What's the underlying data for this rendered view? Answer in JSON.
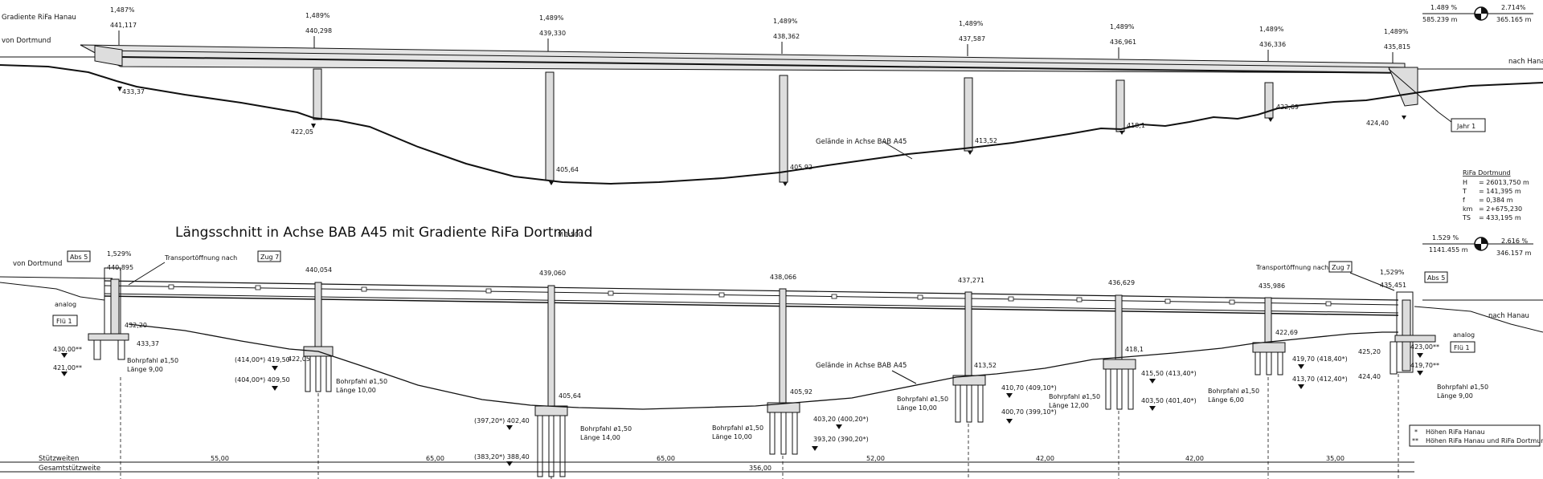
{
  "top": {
    "left_label": "Gradiente RiFa Hanau",
    "from_label": "von Dortmund",
    "to_label": "nach Hanau",
    "grad_elev": [
      {
        "grade": "1,487%",
        "elev": "441,117"
      },
      {
        "grade": "1,489%",
        "elev": "440,298"
      },
      {
        "grade": "1,489%",
        "elev": "439,330"
      },
      {
        "grade": "1,489%",
        "elev": "438,362"
      },
      {
        "grade": "1,489%",
        "elev": "437,587"
      },
      {
        "grade": "1,489%",
        "elev": "436,961"
      },
      {
        "grade": "1,489%",
        "elev": "436,336"
      },
      {
        "grade": "1,489%",
        "elev": "435,815"
      }
    ],
    "vertical_curve": {
      "g1": "1.489 %",
      "g2": "2.714%",
      "r1": "585.239 m",
      "r2": "365.165 m"
    },
    "ground_elev": [
      "433,37",
      "422,05",
      "405,64",
      "405,92",
      "413,52",
      "418,1",
      "422,69",
      "424,40"
    ],
    "terrain_label": "Gelände in Achse BAB A45",
    "tag": "Jahr 1"
  },
  "params": {
    "heading": "RiFa Dortmund",
    "rows": [
      {
        "k": "H",
        "v": "=  26013,750 m"
      },
      {
        "k": "T",
        "v": "=    141,395 m"
      },
      {
        "k": "f",
        "v": "=      0,384 m"
      },
      {
        "k": "km",
        "v": "= 2+675,230"
      },
      {
        "k": "TS",
        "v": "=    433,195 m"
      }
    ]
  },
  "bottom": {
    "title": "Längsschnitt in Achse BAB A45 mit Gradiente RiFa Dortmund",
    "scale": "M 1:500",
    "from_label": "von Dortmund",
    "to_label": "nach Hanau",
    "tag_abs5_left": "Abs 5",
    "tag_abs5_right": "Abs 5",
    "tag_zug7_left": "Zug 7",
    "tag_zug7_right": "Zug 7",
    "tag_flu1_left": "Flü 1",
    "tag_flu1_right": "Flü 1",
    "transport_left": "Transportöffnung nach",
    "transport_right": "Transportöffnung nach",
    "analog_left": "analog",
    "analog_right": "analog",
    "grade_left": "1,529%",
    "grade_right": "1,529%",
    "vertical_curve": {
      "g1": "1.529 %",
      "g2": "2.616 %",
      "r1": "1141.455 m",
      "r2": "346.157 m"
    },
    "deck_elev": [
      "440,895",
      "440,054",
      "439,060",
      "438,066",
      "437,271",
      "436,629",
      "435,986",
      "435,451"
    ],
    "left_abut": {
      "e1": "432,20",
      "e2": "433,37",
      "e3": "430,00**",
      "e4": "421,00**"
    },
    "right_abut": {
      "e1": "425,20",
      "e2": "424,40",
      "e3": "423,00**",
      "e4": "419,70**"
    },
    "ground_elev": [
      "422,05",
      "405,64",
      "405,92",
      "413,52",
      "418,1",
      "422,69"
    ],
    "terrain_label": "Gelände in Achse BAB A45",
    "foundations": [
      {
        "a": "(414,00*)  419,50",
        "b": "(404,00*)  409,50",
        "pile": "Bohrpfahl ø1,50",
        "len": "Länge 10,00"
      },
      {
        "a": "(397,20*)  402,40",
        "b": "",
        "pile": "Bohrpfahl ø1,50",
        "len": "Länge 14,00"
      },
      {
        "a": "403,20  (400,20*)",
        "b": "393,20  (390,20*)",
        "pile": "Bohrpfahl ø1,50",
        "len": "Länge 10,00"
      },
      {
        "a": "410,70  (409,10*)",
        "b": "400,70  (399,10*)",
        "pile": "Bohrpfahl ø1,50",
        "len": "Länge 10,00"
      },
      {
        "a": "415,50  (413,40*)",
        "b": "403,50  (401,40*)",
        "pile": "Bohrpfahl ø1,50",
        "len": "Länge 12,00"
      },
      {
        "a": "419,70  (418,40*)",
        "b": "413,70  (412,40*)",
        "pile": "Bohrpfahl ø1,50",
        "len": "Länge 6,00"
      }
    ],
    "left_pile": {
      "pile": "Bohrpfahl ø1,50",
      "len": "Länge 9,00"
    },
    "right_pile": {
      "pile": "Bohrpfahl ø1,50",
      "len": "Länge 9,00"
    },
    "ground_bottom_center": "(383,20*)  388,40",
    "spans_label": "Stützweiten",
    "spans": [
      "55,00",
      "65,00",
      "65,00",
      "52,00",
      "42,00",
      "42,00",
      "35,00"
    ],
    "total_label": "Gesamtstützweite",
    "total": "356,00"
  },
  "legend": [
    {
      "sym": "*",
      "text": "Höhen RiFa Hanau"
    },
    {
      "sym": "**",
      "text": "Höhen RiFa Hanau und RiFa Dortmund"
    }
  ]
}
